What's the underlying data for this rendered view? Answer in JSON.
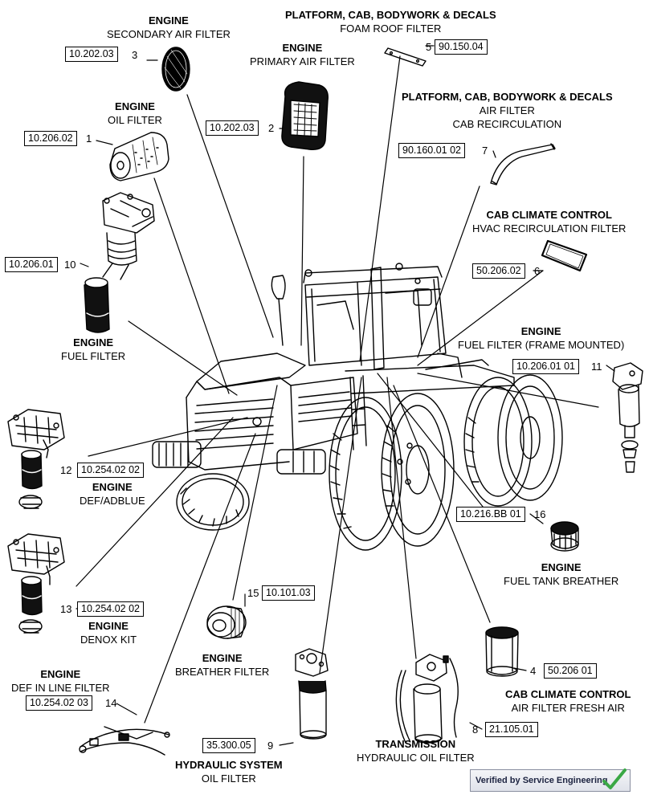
{
  "parts": [
    {
      "id": "p3",
      "number": "3",
      "ref": "10.202.03",
      "title": "ENGINE",
      "subtitle": "SECONDARY AIR FILTER"
    },
    {
      "id": "p5",
      "number": "5",
      "ref": "90.150.04",
      "title": "PLATFORM, CAB, BODYWORK & DECALS",
      "subtitle": "FOAM ROOF FILTER"
    },
    {
      "id": "p2",
      "number": "2",
      "ref": "10.202.03",
      "title": "ENGINE",
      "subtitle": "PRIMARY AIR FILTER"
    },
    {
      "id": "p1",
      "number": "1",
      "ref": "10.206.02",
      "title": "ENGINE",
      "subtitle": "OIL FILTER"
    },
    {
      "id": "p7",
      "number": "7",
      "ref": "90.160.01 02",
      "title": "PLATFORM, CAB, BODYWORK & DECALS",
      "subtitle": "AIR FILTER",
      "subtitle2": "CAB  RECIRCULATION"
    },
    {
      "id": "p6",
      "number": "6",
      "ref": "50.206.02",
      "title": "CAB CLIMATE CONTROL",
      "subtitle": "HVAC RECIRCULATION FILTER"
    },
    {
      "id": "p10",
      "number": "10",
      "ref": "10.206.01",
      "title": "ENGINE",
      "subtitle": "FUEL FILTER"
    },
    {
      "id": "p11",
      "number": "11",
      "ref": "10.206.01 01",
      "title": "ENGINE",
      "subtitle": "FUEL FILTER (FRAME MOUNTED)"
    },
    {
      "id": "p12",
      "number": "12",
      "ref": "10.254.02 02",
      "title": "ENGINE",
      "subtitle": "DEF/ADBLUE"
    },
    {
      "id": "p16",
      "number": "16",
      "ref": "10.216.BB 01",
      "title": "ENGINE",
      "subtitle": "FUEL TANK BREATHER"
    },
    {
      "id": "p13",
      "number": "13",
      "ref": "10.254.02 02",
      "title": "ENGINE",
      "subtitle": "DENOX KIT"
    },
    {
      "id": "p15",
      "number": "15",
      "ref": "10.101.03",
      "title": "ENGINE",
      "subtitle": "BREATHER FILTER"
    },
    {
      "id": "p4",
      "number": "4",
      "ref": "50.206 01",
      "title": "CAB CLIMATE CONTROL",
      "subtitle": "AIR FILTER FRESH AIR"
    },
    {
      "id": "p14",
      "number": "14",
      "ref": "10.254.02 03",
      "title": "ENGINE",
      "subtitle": "DEF IN LINE FILTER"
    },
    {
      "id": "p9",
      "number": "9",
      "ref": "35.300.05",
      "title": "HYDRAULIC SYSTEM",
      "subtitle": "OIL FILTER"
    },
    {
      "id": "p8",
      "number": "8",
      "ref": "21.105.01",
      "title": "TRANSMISSION",
      "subtitle": "HYDRAULIC OIL FILTER"
    }
  ],
  "badge": {
    "text": "Verified by Service Engineering",
    "check_color": "#3aa845"
  },
  "icons": {
    "badge": "checkmark-icon"
  }
}
